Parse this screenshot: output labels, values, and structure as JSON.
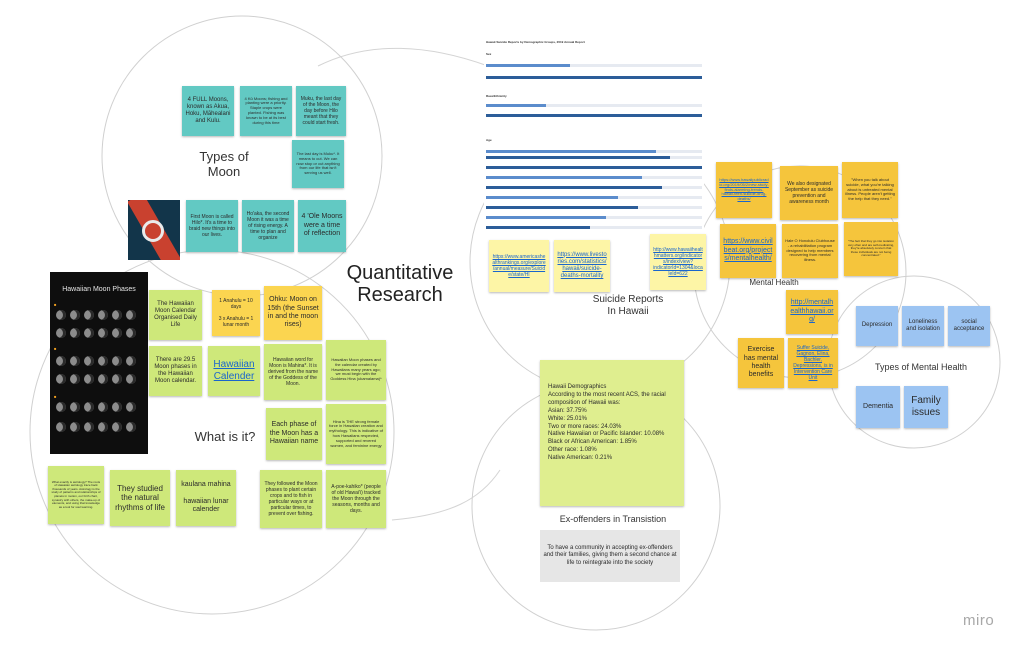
{
  "app": {
    "logo": "miro"
  },
  "board_title": "Quantitative Research",
  "clusters": {
    "types_of_moon": "Types of Moon",
    "what_is_it": "What is it?",
    "suicide_reports": "Suicide Reports In Hawaii",
    "mental_health": "Mental Health",
    "types_mental_health": "Types of Mental Health",
    "ex_offenders": "Ex-offenders in Transistion"
  },
  "types_of_moon_notes": [
    "4 FULL Moons, known as Akua, Hoku, Māhealani and Kulu.",
    "4 Kū Moons; fishing and planting were a priority. Staple crops were planted. Fishing was known to be at its best during this time",
    "Muku, the last day of the Moon, the day before Hilo meant that they could start fresh.",
    "The last day is Muku*. It means to cut. We can now stop or cut anything from our life that isn't serving us well.",
    "First Moon is called Hilo*. It's a time to braid new things into our lives.",
    "Ho'aka, the second Moon it was a time of rising energy. A time to plan and organize",
    "4 'Ole Moons were a time of reflection"
  ],
  "moon_phases_image": {
    "title": "Hawaiian Moon Phases"
  },
  "what_is_it_notes": [
    "The Hawaiian Moon Calendar Organised Daily Life",
    "1 Anahulu = 10 days\n\n3 x Anahulu = 1 lunar month",
    "Ohku: Moon on 15th (the Sunset in and the moon rises)",
    "There are 29.5 Moon phases in the Hawaiian Moon calendar.",
    "Hawaiian Calender",
    "Hawaiian word for Moon is Mahina*. It is derived from the name of the Goddess of the Moon.",
    "Hawaiian Moon phases and the calendar created by Hawaiians many years ago; we must begin with the Goddess Hina (ukamalama)*",
    "Each phase of the Moon has a Hawaiian name",
    "Hina is THE strong female force in Hawaiian creation and mythology. This is indicative of how Hawaiians respected, supported and revered women, and feminine energy",
    "What exactly is astrology? The roots of Hawaiian astrology trace back thousands of years. Astrology is the study of patterns and relationships of planets in motion, our birth chart, synastry with others, the make-up of elements, and using that knowledge as a tool for soul learning.",
    "They studied the natural rhythms of life",
    "kaulana mahina\n\nhawaiian lunar calender",
    "They followed the Moon phases to plant certain crops and to fish in particular ways or at particular times, to prevent over fishing.",
    "A-poe-kahiko* (people of old Hawai'i) tracked the Moon through the seasons, months and days."
  ],
  "suicide_links": [
    "https://www.americashealthrankings.org/explore/annual/measure/Suicide/state/HI",
    "https://www.livestories.com/statistics/hawaii/suicide-deaths-mortality",
    "http://www.hawaiihealthmatters.org/indicators/index/view?indicatorId=1304&localeId=622"
  ],
  "report": {
    "title": "Hawaii Suicide Reports by Demographic Groups, 2019 Annual Report",
    "sections": [
      "Sex",
      "Race/Ethnicity",
      "Age"
    ]
  },
  "mental_health_notes": [
    "https://www.hawaiipublicradio.org/2019/05/2/new-study-finds-alarming-trends-hawaii-teen-suicide-drug-deaths/",
    "We also designated September as suicide prevention and awareness month",
    "\"When you talk about suicide, what you're talking about is untreated mental illness. People aren't getting the help that they need.\"",
    "https://www.civilbeat.org/projects/mentalhealth/",
    "Hale O Honolulu Clubhouse - a rehabilitation program designed to help members recovering from mental illness.",
    "\"The fact that they go into isolation very often and are self-medicating, they're absolutely concern that those individuals are not being concentrated.\"",
    "http://mentalhealthhawaii.org/",
    "Exercise has mental health benefits",
    "Suffer Suicide, Gagnon, Elina, Bachler, Depressions, is in Intervention Care Unit"
  ],
  "types_mh_notes": [
    "Depression",
    "Loneliness and isolation",
    "social acceptance",
    "Dementia",
    "Family issues"
  ],
  "demographics": {
    "heading": "Hawaii Demographics",
    "intro": "According to the most recent ACS, the racial composition of Hawaii was:",
    "items": [
      "Asian: 37.75%",
      "White: 25.01%",
      "Two or more races: 24.03%",
      "Native Hawaiian or Pacific Islander: 10.08%",
      "Black or African American: 1.85%",
      "Other race: 1.08%",
      "Native American: 0.21%"
    ]
  },
  "ex_offenders_desc": "To have a community in accepting ex-offenders and their families, giving them a second chance at life to reintegrate into the society"
}
